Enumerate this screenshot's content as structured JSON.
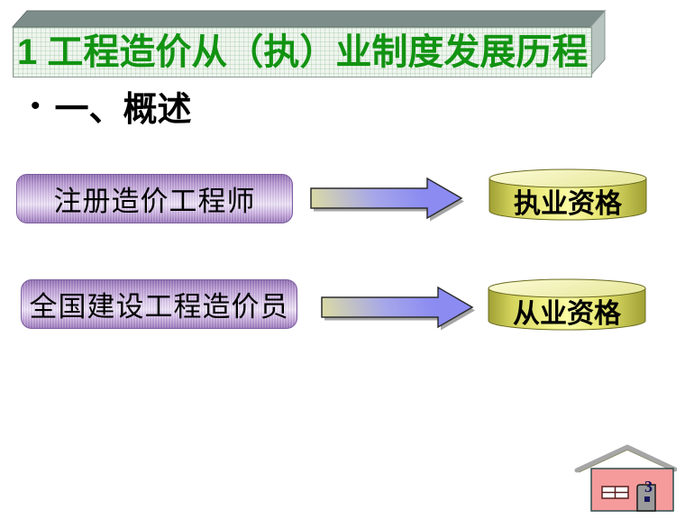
{
  "slide": {
    "title": {
      "text": "1 工程造价从（执）业制度发展历程"
    },
    "bullet": {
      "marker": "•",
      "text": "一、概述"
    },
    "rows": [
      {
        "source": "注册造价工程师",
        "target": "执业资格"
      },
      {
        "source": "全国建设工程造价员",
        "target": "从业资格"
      }
    ],
    "page_number": "3"
  },
  "icons": {
    "arrow": "right-arrow-icon",
    "home": "home-icon"
  },
  "colors": {
    "title_text_green": "#129312",
    "title_face": "#eff5ef",
    "title_top_face": "#7d8e8a",
    "title_side_face": "#b7c4bf",
    "pill_dark": "#8f6fb0",
    "pill_light": "#efe7f7",
    "pill_border": "#7e5fa0",
    "arrow_tan": "#d8d8a8",
    "arrow_blue": "#8b8bf2",
    "arrow_outline": "#2d2d2d",
    "arrow_shadow": "#9b9b9b",
    "cylinder_dark": "#a0a034",
    "cylinder_light": "#fbfba6",
    "cylinder_top": "#f4f4c2",
    "cylinder_border": "#6b6b22",
    "house_wall_pink": "#f59b9b",
    "roof_gray": "#a6a6a6",
    "door_gray": "#9b9b9b",
    "page_number_navy": "#10105c"
  }
}
